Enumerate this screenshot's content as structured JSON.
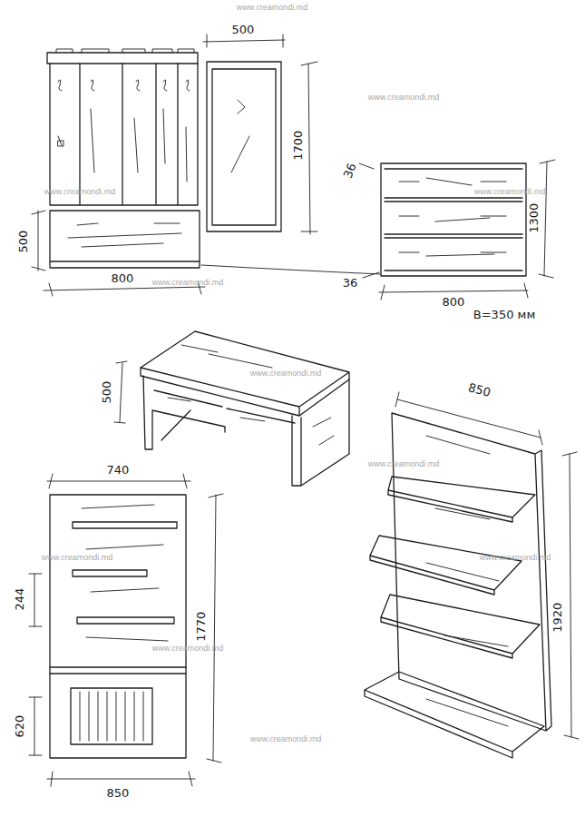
{
  "diagram": {
    "labels": [
      "www.creamondi.md",
      "500",
      "1700",
      "www.creamondi.md",
      "500",
      "36",
      "1300",
      "www.creamondi.md",
      "www.creamondi.md",
      "800",
      "36",
      "800",
      "www.creamondi.md",
      "В=350 мм",
      "500",
      "www.creamondi.md",
      "740",
      "850",
      "www.creamondi.md",
      "www.creamondi.md",
      "www.creamondi.md",
      "244",
      "1920",
      "www.creamondi.md",
      "1770",
      "620",
      "www.creamondi.md",
      "850"
    ]
  }
}
